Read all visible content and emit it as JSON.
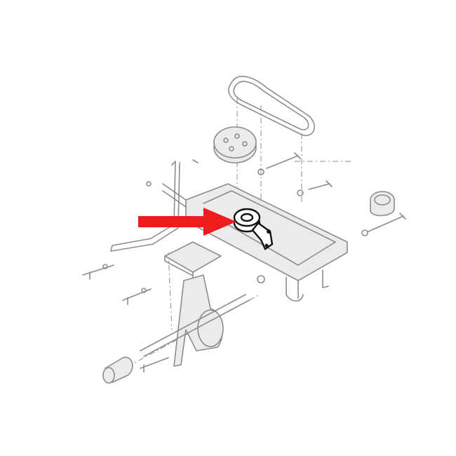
{
  "diagram": {
    "type": "exploded-parts-diagram",
    "colors": {
      "background": "#ffffff",
      "line": "#8c8c8c",
      "fill": "#ebebeb",
      "highlighted_part": "#111111",
      "arrow": "#ee1c1c"
    },
    "parts": [
      "drive-belt",
      "drive-pulley",
      "frame",
      "idler-pulley",
      "idler-arm",
      "shift-lever",
      "transmission",
      "axle",
      "hub",
      "bushing",
      "bolts"
    ],
    "highlighted": "idler-pulley"
  }
}
